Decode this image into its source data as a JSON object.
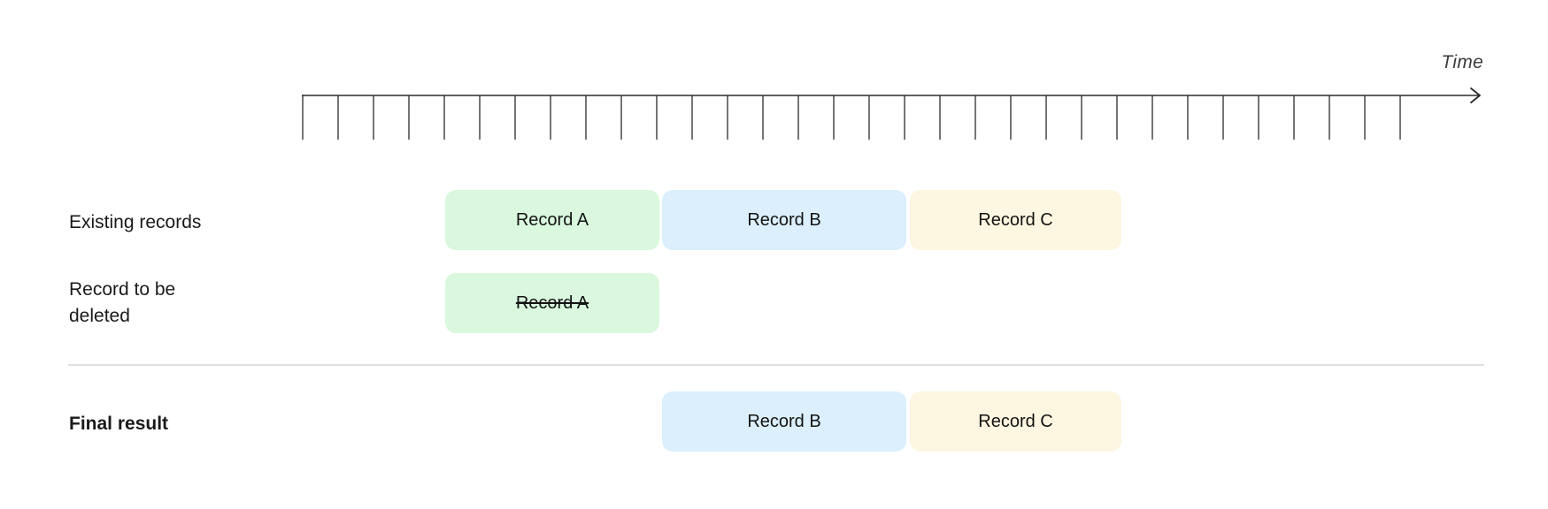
{
  "timeline": {
    "label": "Time",
    "tick_count": 32,
    "tick_spacing_px": 40,
    "axis_color": "#2b2b2b",
    "label_color": "#3c3c3c"
  },
  "rows": {
    "existing": {
      "label": "Existing records",
      "records": [
        {
          "name": "Record A",
          "bg": "#d9f8de",
          "strikethrough": false
        },
        {
          "name": "Record B",
          "bg": "#dbeffc",
          "strikethrough": false
        },
        {
          "name": "Record C",
          "bg": "#fdf6e0",
          "strikethrough": false
        }
      ]
    },
    "to_delete": {
      "label": "Record to be deleted",
      "records": [
        {
          "name": "Record A",
          "bg": "#d9f8de",
          "strikethrough": true
        }
      ]
    },
    "final": {
      "label": "Final result",
      "records": [
        {
          "name": "Record B",
          "bg": "#dbeffc",
          "strikethrough": false
        },
        {
          "name": "Record C",
          "bg": "#fdf6e0",
          "strikethrough": false
        }
      ]
    }
  },
  "colors": {
    "background": "#ffffff",
    "divider": "#e0e0e0",
    "record_text": "#131313",
    "label_text": "#1a1a1a"
  }
}
